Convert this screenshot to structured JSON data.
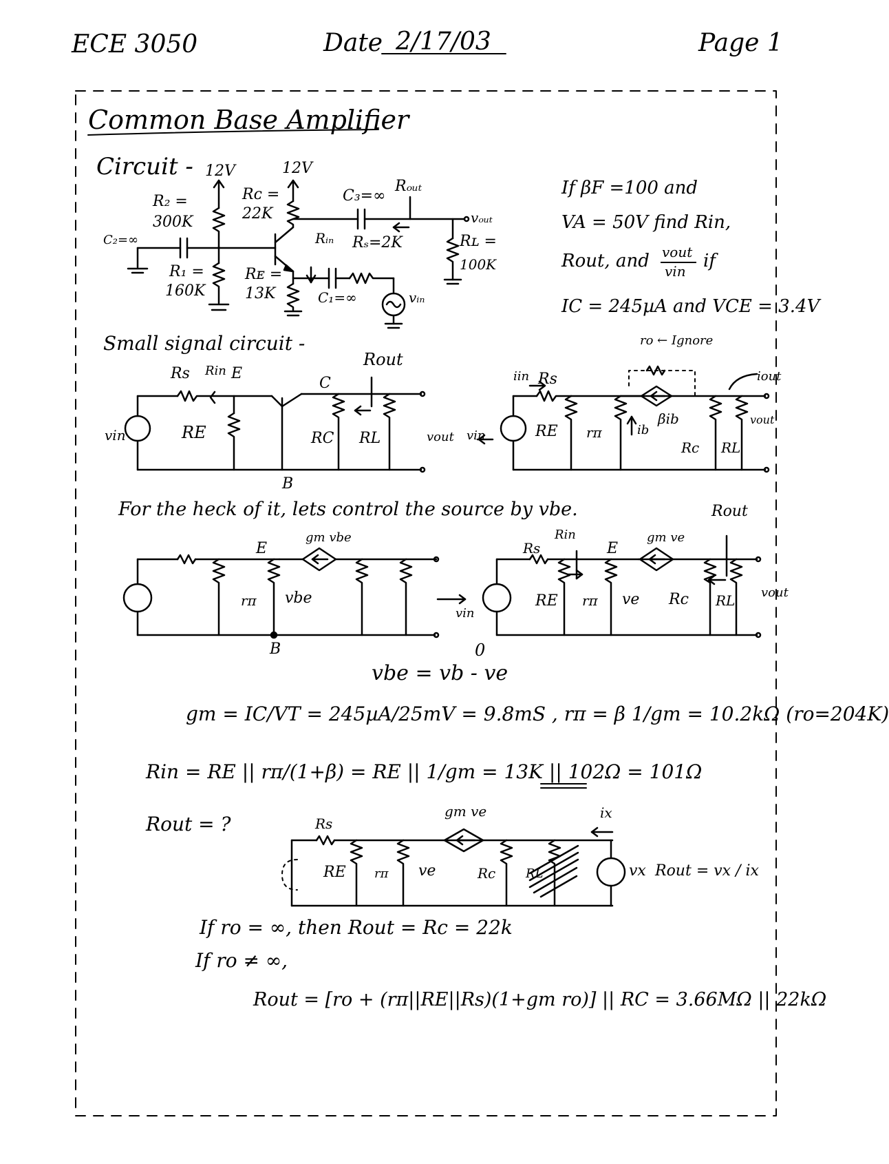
{
  "header": {
    "course": "ECE 3050",
    "date_label": "Date",
    "date_value": "2/17/03",
    "page": "Page 1"
  },
  "title": "Common Base Amplifier",
  "circuit": {
    "label": "Circuit -",
    "supply_left": "12V",
    "supply_right": "12V",
    "r2": "R₂ =",
    "r2_val": "300K",
    "c2": "C₂=∞",
    "r1": "R₁ =",
    "r1_val": "160K",
    "rc": "Rᴄ =",
    "rc_val": "22K",
    "re": "Rᴇ =",
    "re_val": "13K",
    "c3": "C₃=∞",
    "rout": "Rₒᵤₜ",
    "vout": "vₒᵤₜ",
    "rin": "Rᵢₙ",
    "rs": "Rₛ=2K",
    "rl": "Rʟ =",
    "rl_val": "100K",
    "c1": "C₁=∞",
    "vin": "vᵢₙ"
  },
  "problem": {
    "line1": "If βF =100 and",
    "line2": "VA = 50V find Rin,",
    "line3": "Rout, and",
    "frac_num": "vout",
    "frac_den": "vin",
    "line3_end": "if",
    "line4": "IC = 245µA and VCE = 3.4V"
  },
  "small_signal": {
    "label": "Small signal circuit -",
    "rs": "Rs",
    "rin": "Rin",
    "e": "E",
    "c": "C",
    "rout": "Rout",
    "vin": "vin",
    "re": "RE",
    "rc": "RC",
    "rl": "RL",
    "vout": "vout",
    "b": "B",
    "ro_ignore": "ro ← Ignore",
    "iin": "iin",
    "iout": "iout",
    "rpi": "rπ",
    "ib": "ib",
    "bib": "βib",
    "rc2": "Rc",
    "rl2": "RL",
    "vout2": "vout"
  },
  "heck": {
    "sentence": "For the heck of it, lets control the source by vbe.",
    "rout": "Rout",
    "gm_vbe": "gm vbe",
    "e": "E",
    "rpi": "rπ",
    "vbe": "vbe",
    "b": "B",
    "rs": "Rs",
    "rin": "Rin",
    "e2": "E",
    "gm_ve": "gm ve",
    "vin": "vin",
    "re": "RE",
    "rpi2": "rπ",
    "ve": "ve",
    "rc": "Rc",
    "rl": "RL",
    "vout": "vout",
    "zero": "0",
    "eq": "vbe = vb - ve"
  },
  "equations": {
    "gm": "gm = IC/VT = 245µA/25mV = 9.8mS ,   rπ = β 1/gm = 10.2kΩ   (ro=204K)",
    "rin": "Rin = RE || rπ/(1+β) = RE || 1/gm = 13K || 102Ω = 101Ω",
    "rout_q": "Rout = ?"
  },
  "rout_circuit": {
    "rs": "Rs",
    "gm_ve": "gm ve",
    "ix": "ix",
    "re": "RE",
    "rpi": "rπ",
    "ve": "ve",
    "rc": "Rc",
    "rl": "RL",
    "vx": "vx",
    "formula": "Rout = vx / ix"
  },
  "conclusion": {
    "line1": "If ro = ∞,  then  Rout = Rc = 22k",
    "line2": "If ro ≠ ∞,",
    "line3": "Rout = [ro + (rπ||RE||Rs)(1+gm ro)] || RC = 3.66MΩ || 22kΩ"
  }
}
